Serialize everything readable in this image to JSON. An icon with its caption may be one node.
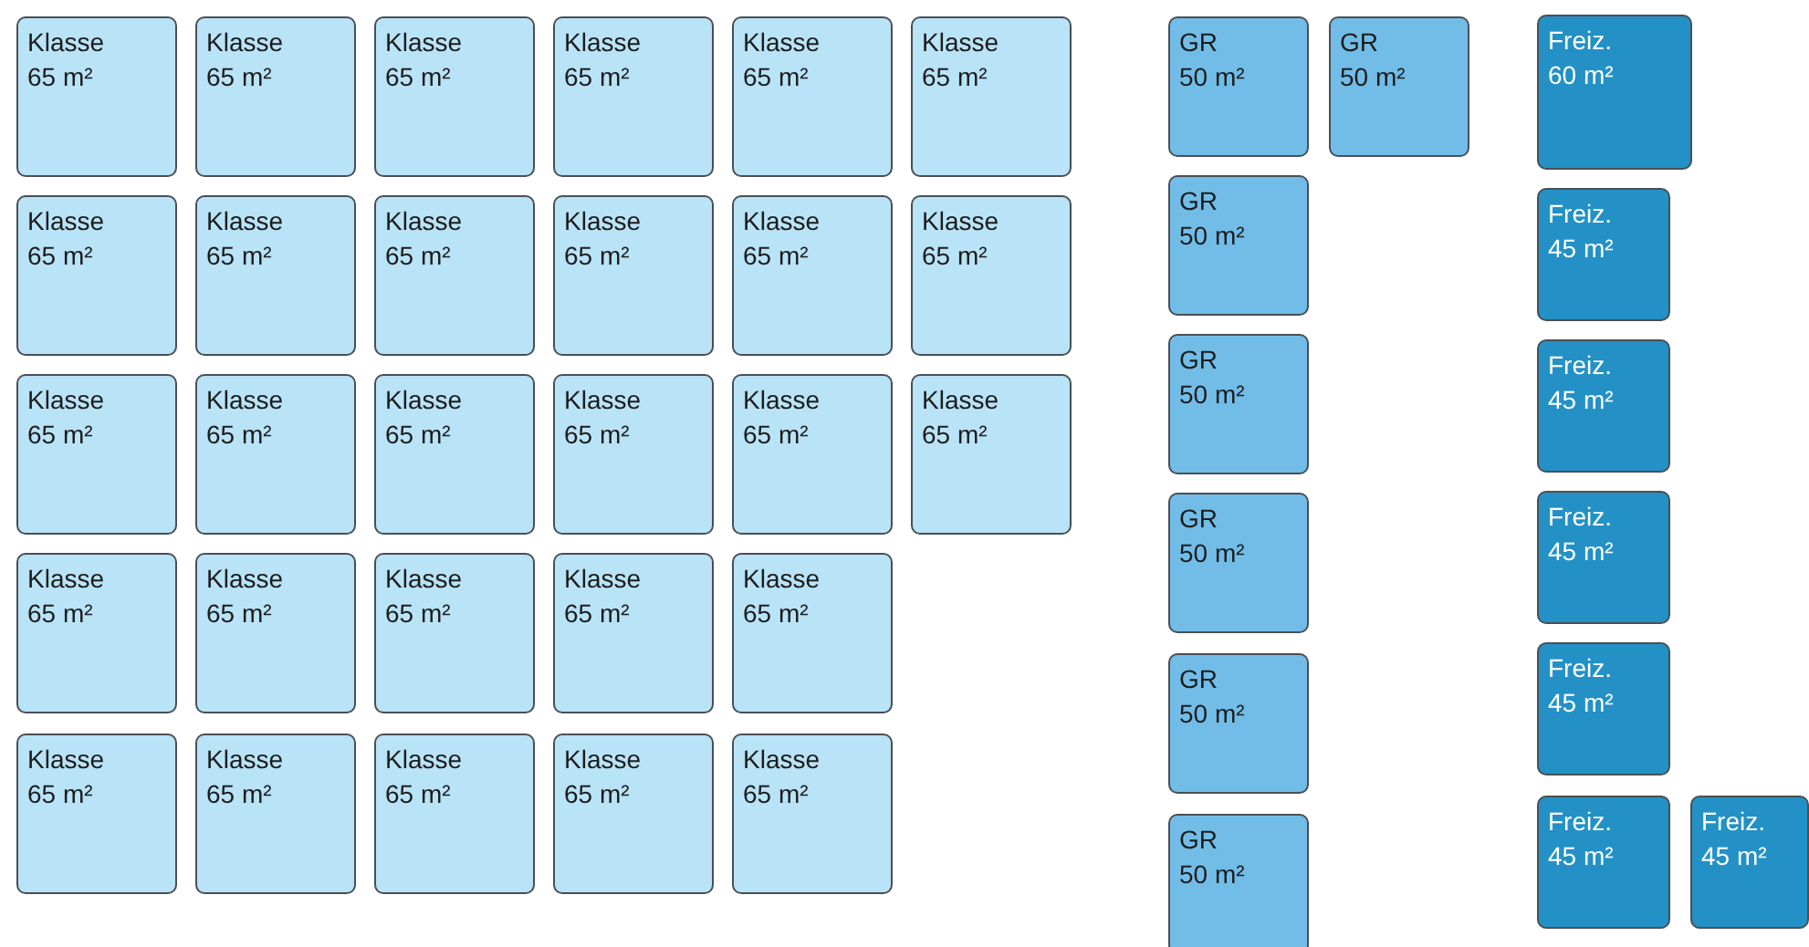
{
  "diagram": {
    "nodes": [
      {
        "text": [
          "Klasse",
          "65 m²"
        ]
      },
      {
        "text": [
          "Klasse",
          "65 m²"
        ]
      },
      {
        "text": [
          "Klasse",
          "65 m²"
        ]
      },
      {
        "text": [
          "Klasse",
          "65 m²"
        ]
      },
      {
        "text": [
          "Klasse",
          "65 m²"
        ]
      },
      {
        "text": [
          "Klasse",
          "65 m²"
        ]
      },
      {
        "text": [
          "Klasse",
          "65 m²"
        ]
      },
      {
        "text": [
          "Klasse",
          "65 m²"
        ]
      },
      {
        "text": [
          "Klasse",
          "65 m²"
        ]
      },
      {
        "text": [
          "Klasse",
          "65 m²"
        ]
      },
      {
        "text": [
          "Klasse",
          "65 m²"
        ]
      },
      {
        "text": [
          "Klasse",
          "65 m²"
        ]
      },
      {
        "text": [
          "Klasse",
          "65 m²"
        ]
      },
      {
        "text": [
          "Klasse",
          "65 m²"
        ]
      },
      {
        "text": [
          "Klasse",
          "65 m²"
        ]
      },
      {
        "text": [
          "Klasse",
          "65 m²"
        ]
      },
      {
        "text": [
          "Klasse",
          "65 m²"
        ]
      },
      {
        "text": [
          "Klasse",
          "65 m²"
        ]
      },
      {
        "text": [
          "Klasse",
          "65 m²"
        ]
      },
      {
        "text": [
          "Klasse",
          "65 m²"
        ]
      },
      {
        "text": [
          "Klasse",
          "65 m²"
        ]
      },
      {
        "text": [
          "Klasse",
          "65 m²"
        ]
      },
      {
        "text": [
          "Klasse",
          "65 m²"
        ]
      },
      {
        "text": [
          "Klasse",
          "65 m²"
        ]
      },
      {
        "text": [
          "Klasse",
          "65 m²"
        ]
      },
      {
        "text": [
          "Klasse",
          "65 m²"
        ]
      },
      {
        "text": [
          "Klasse",
          "65 m²"
        ]
      },
      {
        "text": [
          "Klasse",
          "65 m²"
        ]
      },
      {
        "text": [
          "GR",
          "50 m²"
        ]
      },
      {
        "text": [
          "GR",
          "50 m²"
        ]
      },
      {
        "text": [
          "GR",
          "50 m²"
        ]
      },
      {
        "text": [
          "GR",
          "50 m²"
        ]
      },
      {
        "text": [
          "GR",
          "50 m²"
        ]
      },
      {
        "text": [
          "GR",
          "50 m²"
        ]
      },
      {
        "text": [
          "GR",
          "50 m²"
        ]
      },
      {
        "text": [
          "Freiz.",
          "60 m²"
        ]
      },
      {
        "text": [
          "Freiz.",
          "45 m²"
        ]
      },
      {
        "text": [
          "Freiz.",
          "45 m²"
        ]
      },
      {
        "text": [
          "Freiz.",
          "45 m²"
        ]
      },
      {
        "text": [
          "Freiz.",
          "45 m²"
        ]
      },
      {
        "text": [
          "Freiz.",
          "45 m²"
        ]
      },
      {
        "text": [
          "Freiz.",
          "45 m²"
        ]
      }
    ],
    "edges": []
  }
}
